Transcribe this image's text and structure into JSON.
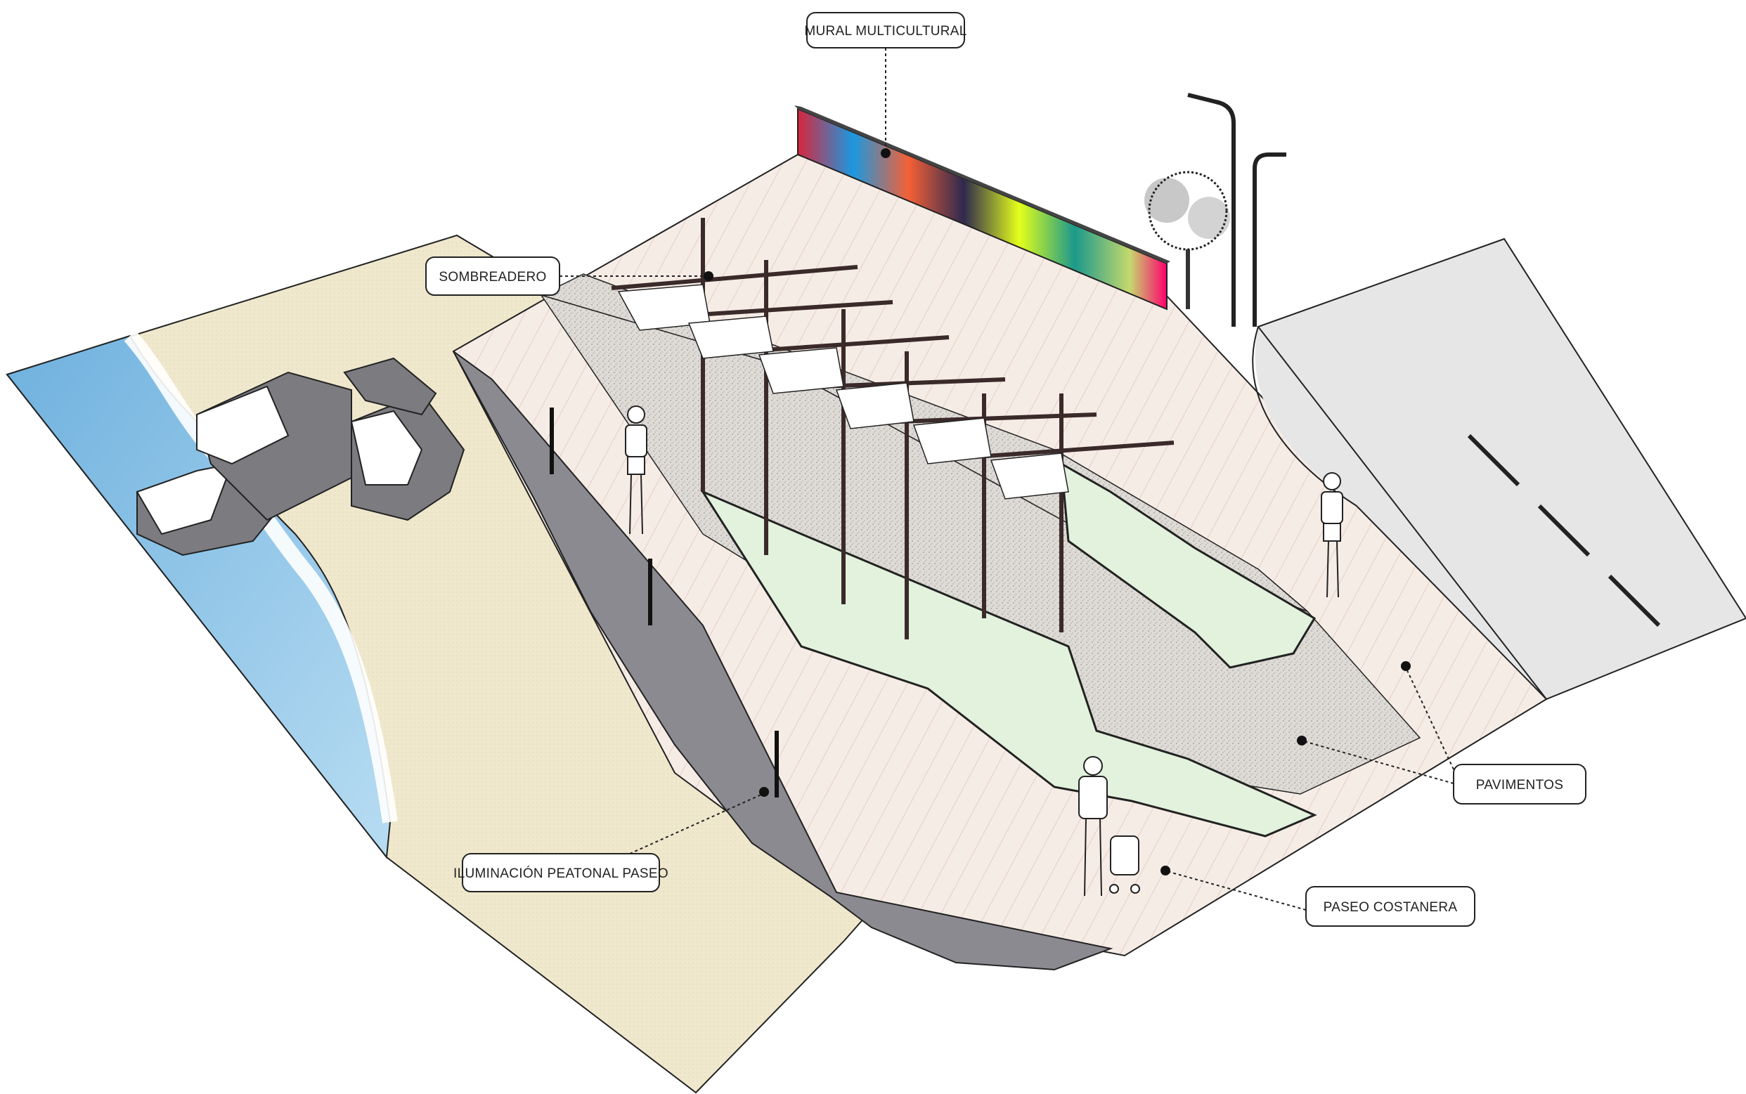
{
  "callouts": {
    "mural": "MURAL MULTICULTURAL",
    "sombreadero": "SOMBREADERO",
    "pavimentos": "PAVIMENTOS",
    "iluminacion": "ILUMINACIÓN PEATONAL PASEO",
    "paseo": "PASEO COSTANERA"
  },
  "colors": {
    "ground_line": "#222222",
    "deck": "#f6ece6",
    "gravel": "#d9d6d2",
    "green": "#e2f2dd",
    "sand": "#efe9cf",
    "water": "#8ec3e6",
    "wall": "#8a8a90",
    "rock_dark": "#7b7b80",
    "road": "#e6e6e6",
    "pergola": "#3b2a2a"
  }
}
